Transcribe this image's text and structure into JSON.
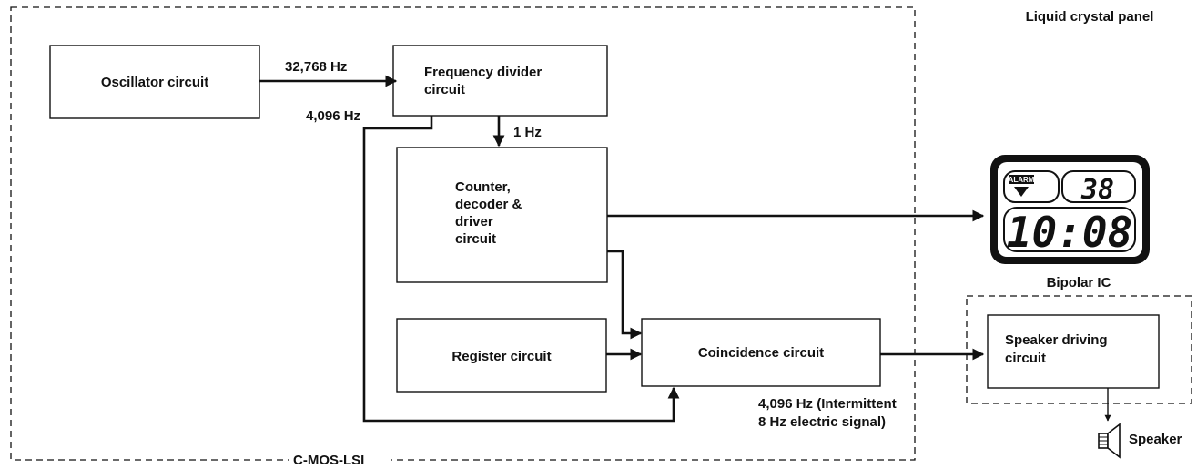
{
  "blocks": {
    "oscillator": "Oscillator circuit",
    "divider_line1": "Frequency divider",
    "divider_line2": "circuit",
    "counter_line1": "Counter,",
    "counter_line2": "decoder &",
    "counter_line3": "driver",
    "counter_line4": "circuit",
    "register": "Register circuit",
    "coincidence": "Coincidence circuit",
    "speaker_drive_line1": "Speaker driving",
    "speaker_drive_line2": "circuit"
  },
  "signals": {
    "osc_out": "32,768 Hz",
    "divider_out_4096": "4,096 Hz",
    "divider_out_1hz": "1 Hz",
    "coincidence_out_line1": "4,096 Hz (Intermittent",
    "coincidence_out_line2": "8 Hz electric signal)"
  },
  "group_labels": {
    "lsi": "C-MOS-LSI",
    "bipolar": "Bipolar IC",
    "lcd": "Liquid crystal panel",
    "speaker": "Speaker"
  },
  "lcd_display": {
    "alarm": "ALARM",
    "seconds": "38",
    "time": "10:08"
  }
}
